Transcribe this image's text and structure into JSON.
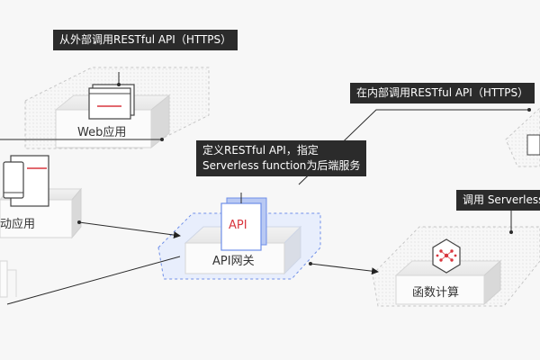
{
  "callouts": {
    "external": "从外部调用RESTful API（HTTPS）",
    "internal": "在内部调用RESTful API（HTTPS）",
    "define_line1": "定义RESTful API，指定",
    "define_line2": "Serverless function为后端服务",
    "invoke": "调用 Serverless"
  },
  "nodes": {
    "web_app": "Web应用",
    "mobile_app": "动应用",
    "api_gateway": "API网关",
    "api_card": "API",
    "function_compute": "函数计算"
  },
  "colors": {
    "accent_red": "#d9363e",
    "gateway_blue": "#6f8fe8",
    "callout_bg": "#2b2b2b"
  },
  "icons": [
    "browser-window-icon",
    "mobile-devices-icon",
    "api-card-icon",
    "function-compute-icon"
  ]
}
